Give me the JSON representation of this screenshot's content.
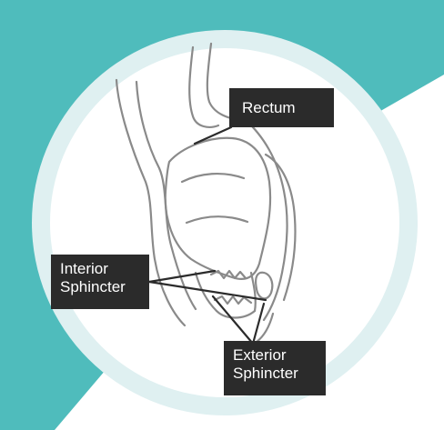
{
  "colors": {
    "background_teal": "#4fbcbc",
    "ring": "#dff0f1",
    "white_panel": "#ffffff",
    "line_art": "#8a8a8a",
    "label_bg": "#2b2b2b",
    "label_text": "#ffffff"
  },
  "labels": {
    "rectum": "Rectum",
    "interior_line1": "Interior",
    "interior_line2": "Sphincter",
    "exterior_line1": "Exterior",
    "exterior_line2": "Sphincter"
  }
}
